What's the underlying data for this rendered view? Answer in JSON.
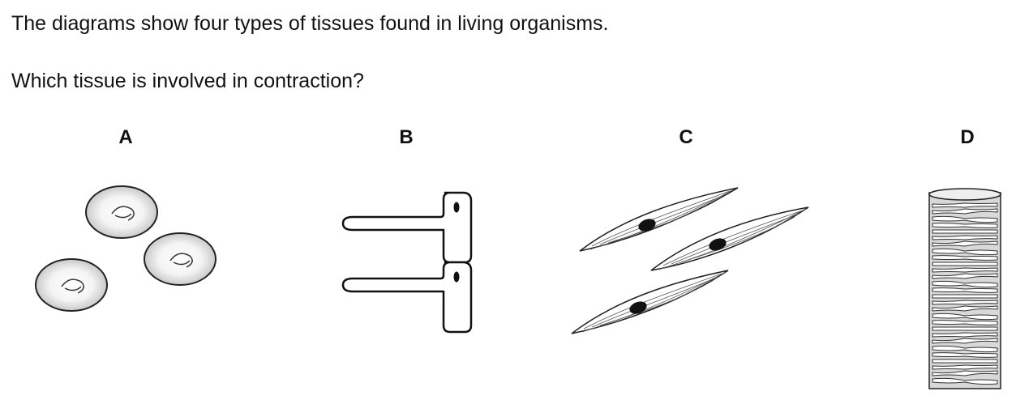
{
  "question": {
    "intro": "The diagrams show four types of tissues found in living organisms.",
    "prompt": "Which tissue is involved in contraction?"
  },
  "options": [
    {
      "letter": "A",
      "icon": "red-blood-cells-icon"
    },
    {
      "letter": "B",
      "icon": "root-hair-cells-icon"
    },
    {
      "letter": "C",
      "icon": "smooth-muscle-cells-icon"
    },
    {
      "letter": "D",
      "icon": "xylem-vessel-icon"
    }
  ]
}
